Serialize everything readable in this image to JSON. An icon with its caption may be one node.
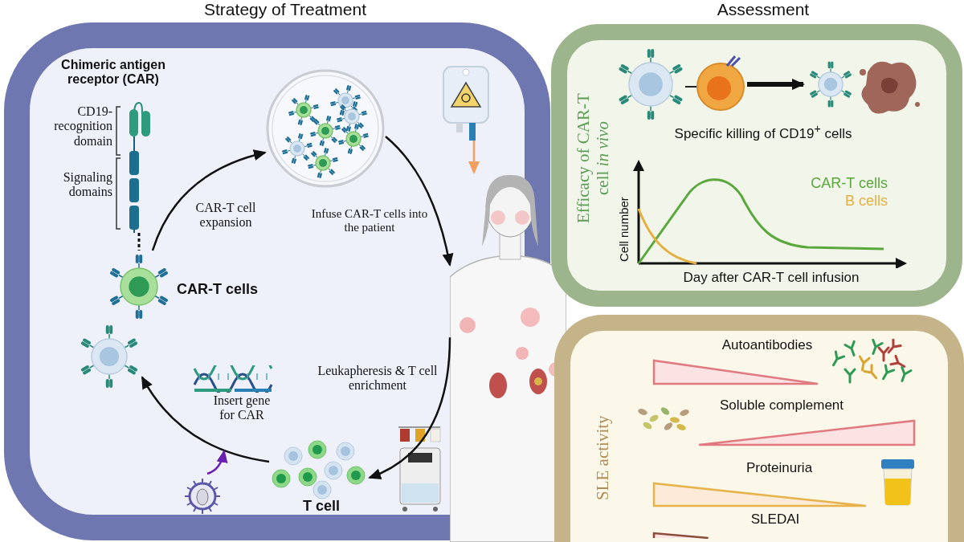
{
  "diagram": {
    "nodes": [
      {
        "text": [
          "Strategy of Treatment"
        ]
      },
      {
        "text": [
          "Chimeric antigen receptor (CAR)"
        ],
        "in": 0
      },
      {
        "text": [
          "CAR-T cells"
        ],
        "in": 0
      },
      {
        "text": [],
        "shape": "picture",
        "in": 0
      },
      {
        "text": [],
        "shape": "picture",
        "in": 0
      },
      {
        "text": [],
        "shape": "person"
      },
      {
        "text": [],
        "shape": "picture",
        "in": 0
      },
      {
        "text": [
          "T cell"
        ],
        "in": 0
      },
      {
        "text": [],
        "shape": "picture",
        "in": 0
      },
      {
        "text": [
          "Efficacy of CAR-T cell *in vivo*"
        ]
      },
      {
        "text": [],
        "shape": "picture",
        "in": 9
      },
      {
        "text": [],
        "shape": "picture",
        "in": 9
      },
      {
        "text": [
          "SLE activity"
        ]
      },
      {
        "text": [],
        "shape": "triangle",
        "in": 12
      },
      {
        "text": [],
        "shape": "triangle",
        "in": 12
      },
      {
        "text": [],
        "shape": "triangle",
        "in": 12
      },
      {
        "text": [],
        "shape": "triangle",
        "in": 12
      }
    ],
    "edges": [
      {
        "from": 2,
        "to": 3,
        "arrow": "to",
        "label": "CAR-T cell expansion"
      },
      {
        "from": 3,
        "to": 5,
        "arrow": "to",
        "label": "Infuse CAR-T cells into the patient"
      },
      {
        "from": 4,
        "to": 5,
        "arrow": "to",
        "color": "#f0a060"
      },
      {
        "from": 5,
        "to": 7,
        "arrow": "to",
        "label": "Leukapheresis & T cell enrichment"
      },
      {
        "from": 7,
        "to": 6,
        "arrow": "to",
        "label": "Insert gene for CAR"
      },
      {
        "from": 8,
        "to": null,
        "arrow": "to",
        "color": "#6a1fb0"
      },
      {
        "from": 1,
        "to": 2,
        "arrow": "none",
        "style": "dashed"
      },
      {
        "from": 10,
        "to": 11,
        "arrow": "to",
        "style": "thick"
      }
    ],
    "labels": [
      "Assessment",
      "CD19- recognition domain",
      "Signaling domains",
      "Specific killing of CD19$^{+}$ cells",
      "CAR-T cells",
      "B cells",
      "Cell number",
      "Day after CAR-T cell infusion",
      "Autoantibodies",
      "Soluble complement",
      "Proteinuria",
      "SLEDAI"
    ]
  }
}
